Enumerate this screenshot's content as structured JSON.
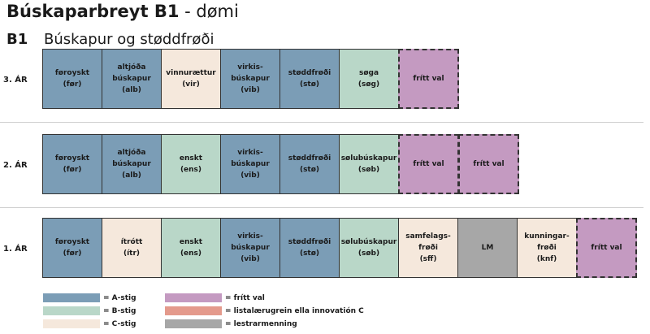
{
  "title": {
    "main": "Búskaparbreyt B1",
    "suffix": " - dømi"
  },
  "subtitle": {
    "code": "B1",
    "text": "Búskapur og støddfrøði"
  },
  "rows": [
    {
      "label": "3. ÁR",
      "cells": [
        {
          "text": "føroyskt\n(før)",
          "type": "A"
        },
        {
          "text": "altjóða\nbúskapur\n(alb)",
          "type": "A"
        },
        {
          "text": "vinnurættur\n(vir)",
          "type": "C"
        },
        {
          "text": "virkis-\nbúskapur\n(vib)",
          "type": "A"
        },
        {
          "text": "støddfrøði\n(stø)",
          "type": "A"
        },
        {
          "text": "søga\n(søg)",
          "type": "B"
        },
        {
          "text": "frítt val",
          "type": "F"
        }
      ]
    },
    {
      "label": "2. ÁR",
      "cells": [
        {
          "text": "føroyskt\n(før)",
          "type": "A"
        },
        {
          "text": "altjóða\nbúskapur\n(alb)",
          "type": "A"
        },
        {
          "text": "enskt\n(ens)",
          "type": "B"
        },
        {
          "text": "virkis-\nbúskapur\n(vib)",
          "type": "A"
        },
        {
          "text": "støddfrøði\n(stø)",
          "type": "A"
        },
        {
          "text": "sølubúskapur\n(søb)",
          "type": "B"
        },
        {
          "text": "frítt val",
          "type": "F"
        },
        {
          "text": "frítt val",
          "type": "F"
        }
      ]
    },
    {
      "label": "1. ÁR",
      "cells": [
        {
          "text": "føroyskt\n(før)",
          "type": "A"
        },
        {
          "text": "ítrótt\n(ítr)",
          "type": "C"
        },
        {
          "text": "enskt\n(ens)",
          "type": "B"
        },
        {
          "text": "virkis-\nbúskapur\n(vib)",
          "type": "A"
        },
        {
          "text": "støddfrøði\n(stø)",
          "type": "A"
        },
        {
          "text": "sølubúskapur\n(søb)",
          "type": "B"
        },
        {
          "text": "samfelags-\nfrøði\n(sff)",
          "type": "C"
        },
        {
          "text": "LM",
          "type": "L"
        },
        {
          "text": "kunningar-\nfrøði\n(knf)",
          "type": "C"
        },
        {
          "text": "frítt val",
          "type": "F"
        }
      ]
    }
  ],
  "legend": [
    {
      "type": "A",
      "label": "= A-stig"
    },
    {
      "type": "B",
      "label": "= B-stig"
    },
    {
      "type": "C",
      "label": "= C-stig"
    },
    {
      "type": "F",
      "label": "= frítt val"
    },
    {
      "type": "R",
      "label": "= listalærugrein ella innovatión C"
    },
    {
      "type": "L",
      "label": "= lestrarmenning"
    }
  ],
  "colors": {
    "A": "#7b9db6",
    "B": "#b9d7c8",
    "C": "#f5e8dc",
    "F": "#c49ac1",
    "R": "#e49a8c",
    "L": "#a7a7a7"
  }
}
